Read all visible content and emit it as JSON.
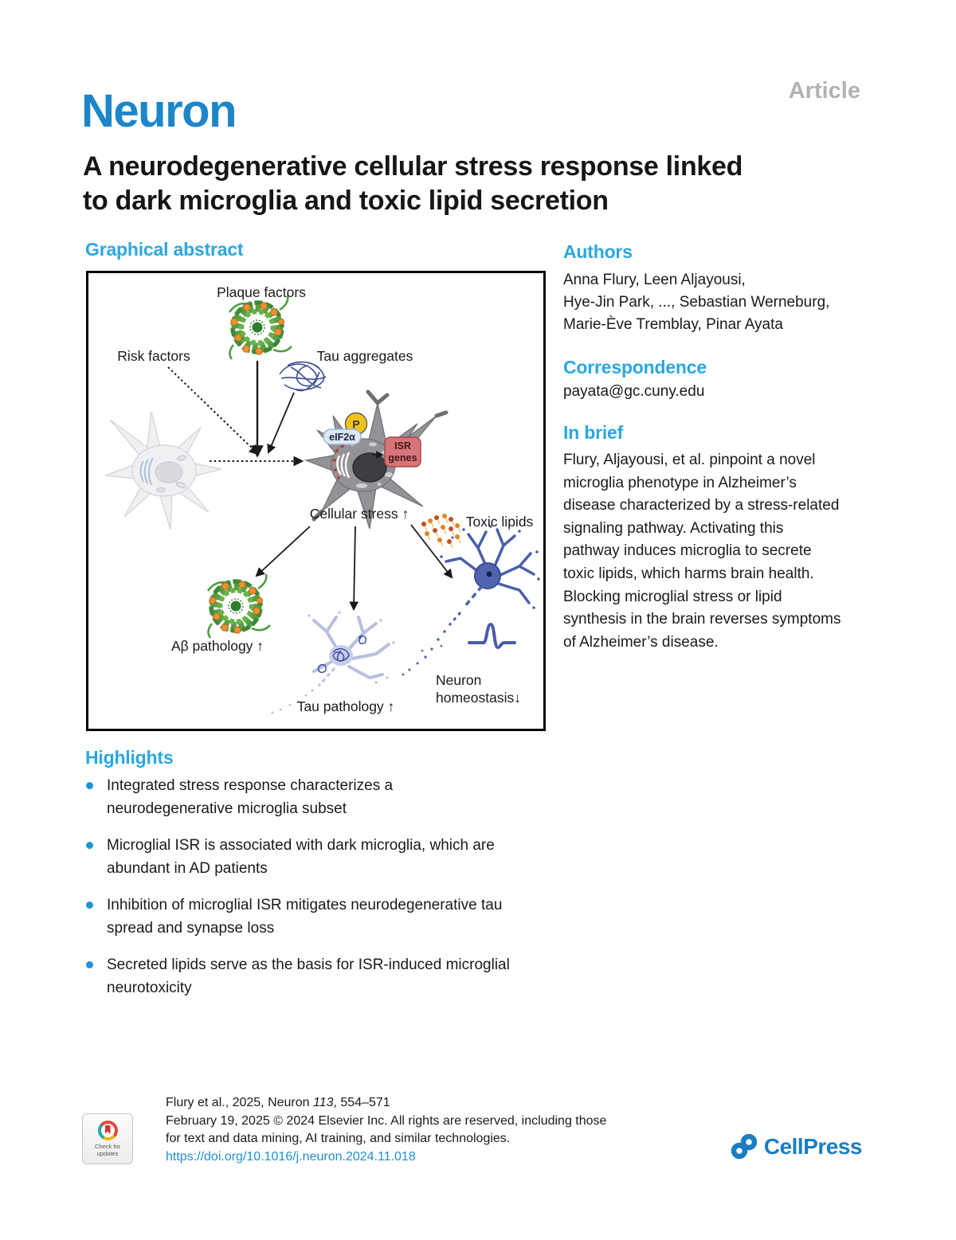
{
  "header": {
    "article_label": "Article",
    "journal": "Neuron"
  },
  "title": "A neurodegenerative cellular stress response linked\nto dark microglia and toxic lipid secretion",
  "graphical_abstract": {
    "heading": "Graphical abstract",
    "labels": {
      "plaque_factors": "Plaque factors",
      "risk_factors": "Risk factors",
      "tau_aggregates": "Tau aggregates",
      "phospho": "P",
      "eif2a": "eIF2α",
      "isr_line1": "ISR",
      "isr_line2": "genes",
      "cellular_stress": "Cellular stress ↑",
      "toxic_lipids": "Toxic lipids",
      "abeta_pathology": "Aβ pathology ↑",
      "tau_pathology": "Tau pathology ↑",
      "neuron_line1": "Neuron",
      "neuron_line2": "homeostasis↓"
    }
  },
  "authors": {
    "heading": "Authors",
    "lines": [
      "Anna Flury, Leen Aljayousi,",
      "Hye-Jin Park, ..., Sebastian Werneburg,",
      "Marie-Ève Tremblay, Pinar Ayata"
    ]
  },
  "correspondence": {
    "heading": "Correspondence",
    "email": "payata@gc.cuny.edu"
  },
  "in_brief": {
    "heading": "In brief",
    "text": "Flury, Aljayousi, et al. pinpoint a novel\nmicroglia phenotype in Alzheimer’s\ndisease characterized by a stress-related\nsignaling pathway. Activating this\npathway induces microglia to secrete\ntoxic lipids, which harms brain health.\nBlocking microglial stress or lipid\nsynthesis in the brain reverses symptoms\nof Alzheimer’s disease."
  },
  "highlights": {
    "heading": "Highlights",
    "items": [
      "Integrated stress response characterizes a\nneurodegenerative microglia subset",
      "Microglial ISR is associated with dark microglia, which are\nabundant in AD patients",
      "Inhibition of microglial ISR mitigates neurodegenerative tau\nspread and synapse loss",
      "Secreted lipids serve as the basis for ISR-induced microglial\nneurotoxicity"
    ]
  },
  "footer": {
    "citation_prefix": "Flury et al., 2025, Neuron ",
    "citation_volume": "113",
    "citation_pages": ", 554–571",
    "rights": "February 19, 2025 © 2024 Elsevier Inc. All rights are reserved, including those\nfor text and data mining, AI training, and similar technologies.",
    "doi": "https://doi.org/10.1016/j.neuron.2024.11.018",
    "badge_line1": "Check for",
    "badge_line2": "updates",
    "publisher": "CellPress"
  },
  "colors": {
    "accent_blue": "#2ba7e0",
    "brand_blue": "#1c86c8",
    "doi_blue": "#1f8fd0",
    "highlight_bullet": "#2095d5"
  }
}
